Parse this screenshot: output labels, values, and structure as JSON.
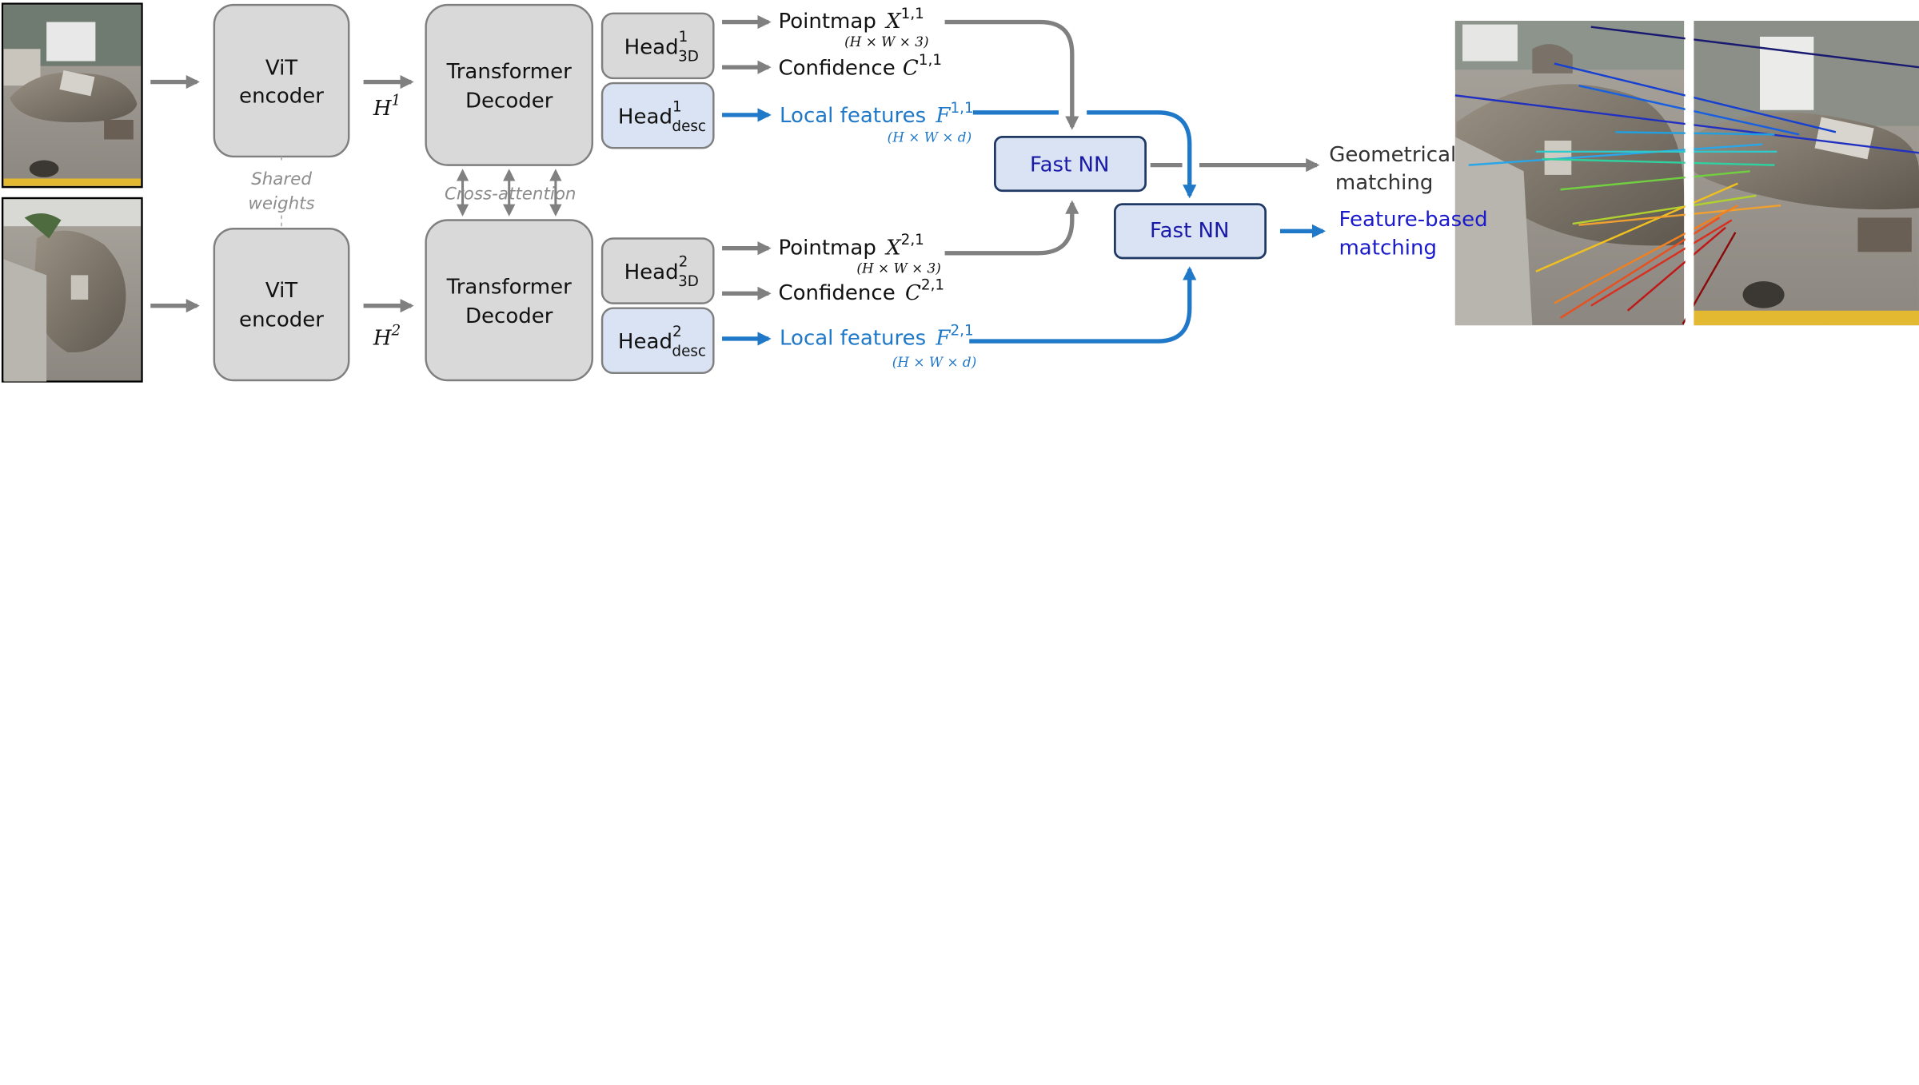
{
  "encoder": {
    "line1": "ViT",
    "line2": "encoder"
  },
  "shared_weights": {
    "line1": "Shared",
    "line2": "weights"
  },
  "token1": {
    "base": "H",
    "sup": "1"
  },
  "token2": {
    "base": "H",
    "sup": "2"
  },
  "decoder": {
    "line1": "Transformer",
    "line2": "Decoder"
  },
  "cross_attention": "Cross-attention",
  "heads": {
    "h3d_1": {
      "base": "Head",
      "sup": "1",
      "sub": "3D"
    },
    "hdesc_1": {
      "base": "Head",
      "sup": "1",
      "sub": "desc"
    },
    "h3d_2": {
      "base": "Head",
      "sup": "2",
      "sub": "3D"
    },
    "hdesc_2": {
      "base": "Head",
      "sup": "2",
      "sub": "desc"
    }
  },
  "outputs": {
    "pointmap_1": {
      "label": "Pointmap",
      "sym": "X",
      "sup": "1,1",
      "dim": "(H × W × 3)"
    },
    "confidence_1": {
      "label": "Confidence",
      "sym": "C",
      "sup": "1,1"
    },
    "local_1": {
      "label": "Local features",
      "sym": "F",
      "sup": "1,1",
      "dim": "(H × W × d)"
    },
    "pointmap_2": {
      "label": "Pointmap",
      "sym": "X",
      "sup": "2,1",
      "dim": "(H × W × 3)"
    },
    "confidence_2": {
      "label": "Confidence",
      "sym": "C",
      "sup": "2,1"
    },
    "local_2": {
      "label": "Local features",
      "sym": "F",
      "sup": "2,1",
      "dim": "(H × W × d)"
    }
  },
  "fast_nn": "Fast NN",
  "geometrical": {
    "line1": "Geometrical",
    "line2": "matching"
  },
  "feature_based": {
    "line1": "Feature-based",
    "line2": "matching"
  },
  "colors": {
    "box_gray": "#d9d9d9",
    "box_blue": "#dae3f3",
    "arrow_gray": "#808080",
    "arrow_blue": "#1f78c8",
    "nn_border": "#1f3864"
  }
}
